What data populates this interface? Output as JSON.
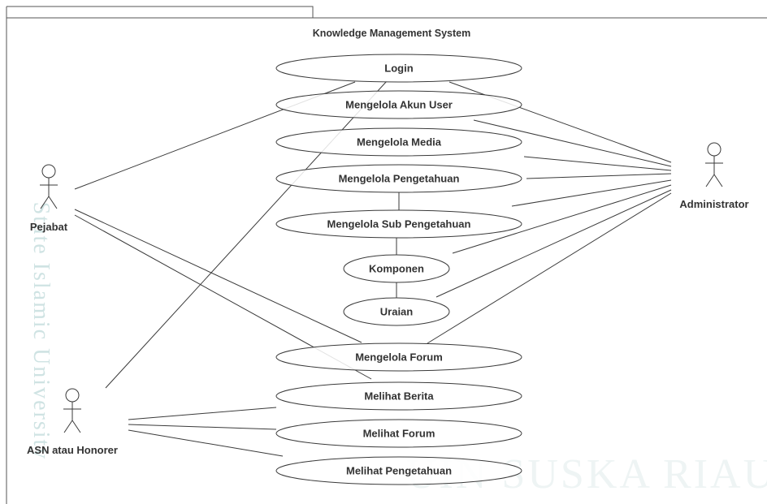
{
  "watermark": {
    "side_text": "State Islamic University",
    "bottom_text": "UIN SUSKA RIAU",
    "color": "#cfe3e3"
  },
  "system": {
    "title": "Knowledge Management System"
  },
  "actors": [
    {
      "id": "pejabat",
      "name": "Pejabat"
    },
    {
      "id": "administrator",
      "name": "Administrator"
    },
    {
      "id": "asn",
      "name": "ASN atau Honorer"
    }
  ],
  "use_cases": [
    {
      "id": "login",
      "label": "Login"
    },
    {
      "id": "akun",
      "label": "Mengelola Akun User"
    },
    {
      "id": "media",
      "label": "Mengelola Media"
    },
    {
      "id": "pengetahuan",
      "label": "Mengelola Pengetahuan"
    },
    {
      "id": "sub",
      "label": "Mengelola Sub Pengetahuan"
    },
    {
      "id": "komponen",
      "label": "Komponen"
    },
    {
      "id": "uraian",
      "label": "Uraian"
    },
    {
      "id": "forum",
      "label": "Mengelola Forum"
    },
    {
      "id": "berita",
      "label": "Melihat Berita"
    },
    {
      "id": "lforum",
      "label": "Melihat Forum"
    },
    {
      "id": "lpengetahuan",
      "label": "Melihat Pengetahuan"
    }
  ],
  "associations": [
    {
      "actor": "pejabat",
      "use_case": "akun"
    },
    {
      "actor": "pejabat",
      "use_case": "forum"
    },
    {
      "actor": "pejabat",
      "use_case": "berita"
    },
    {
      "actor": "asn",
      "use_case": "login"
    },
    {
      "actor": "asn",
      "use_case": "berita"
    },
    {
      "actor": "asn",
      "use_case": "lforum"
    },
    {
      "actor": "asn",
      "use_case": "lpengetahuan"
    },
    {
      "actor": "administrator",
      "use_case": "login"
    },
    {
      "actor": "administrator",
      "use_case": "akun"
    },
    {
      "actor": "administrator",
      "use_case": "media"
    },
    {
      "actor": "administrator",
      "use_case": "pengetahuan"
    },
    {
      "actor": "administrator",
      "use_case": "pengetahuan"
    },
    {
      "actor": "administrator",
      "use_case": "sub"
    },
    {
      "actor": "administrator",
      "use_case": "uraian"
    },
    {
      "actor": "administrator",
      "use_case": "forum"
    }
  ],
  "links": [
    {
      "from": "pengetahuan",
      "to": "sub"
    },
    {
      "from": "sub",
      "to": "komponen"
    },
    {
      "from": "komponen",
      "to": "uraian"
    }
  ]
}
